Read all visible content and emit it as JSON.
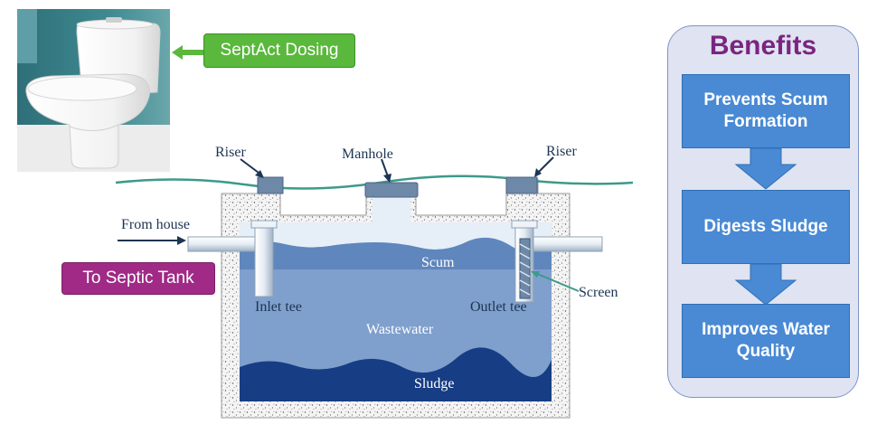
{
  "callouts": {
    "dosing": "SeptAct Dosing",
    "tank": "To Septic Tank"
  },
  "diagram": {
    "riser_left": "Riser",
    "manhole": "Manhole",
    "riser_right": "Riser",
    "from_house": "From house",
    "scum": "Scum",
    "inlet_tee": "Inlet tee",
    "outlet_tee": "Outlet tee",
    "screen": "Screen",
    "wastewater": "Wastewater",
    "sludge": "Sludge"
  },
  "benefits": {
    "title": "Benefits",
    "items": [
      "Prevents Scum Formation",
      "Digests Sludge",
      "Improves Water Quality"
    ]
  },
  "colors": {
    "callout_green": "#5ab83c",
    "callout_purple": "#a02a86",
    "benefit_box": "#4a8ad4",
    "title_purple": "#7a2580",
    "ground_line": "#3c9a8a"
  },
  "icons": [
    "toilet-photo",
    "arrow-left-icon",
    "arrow-down-icon"
  ]
}
